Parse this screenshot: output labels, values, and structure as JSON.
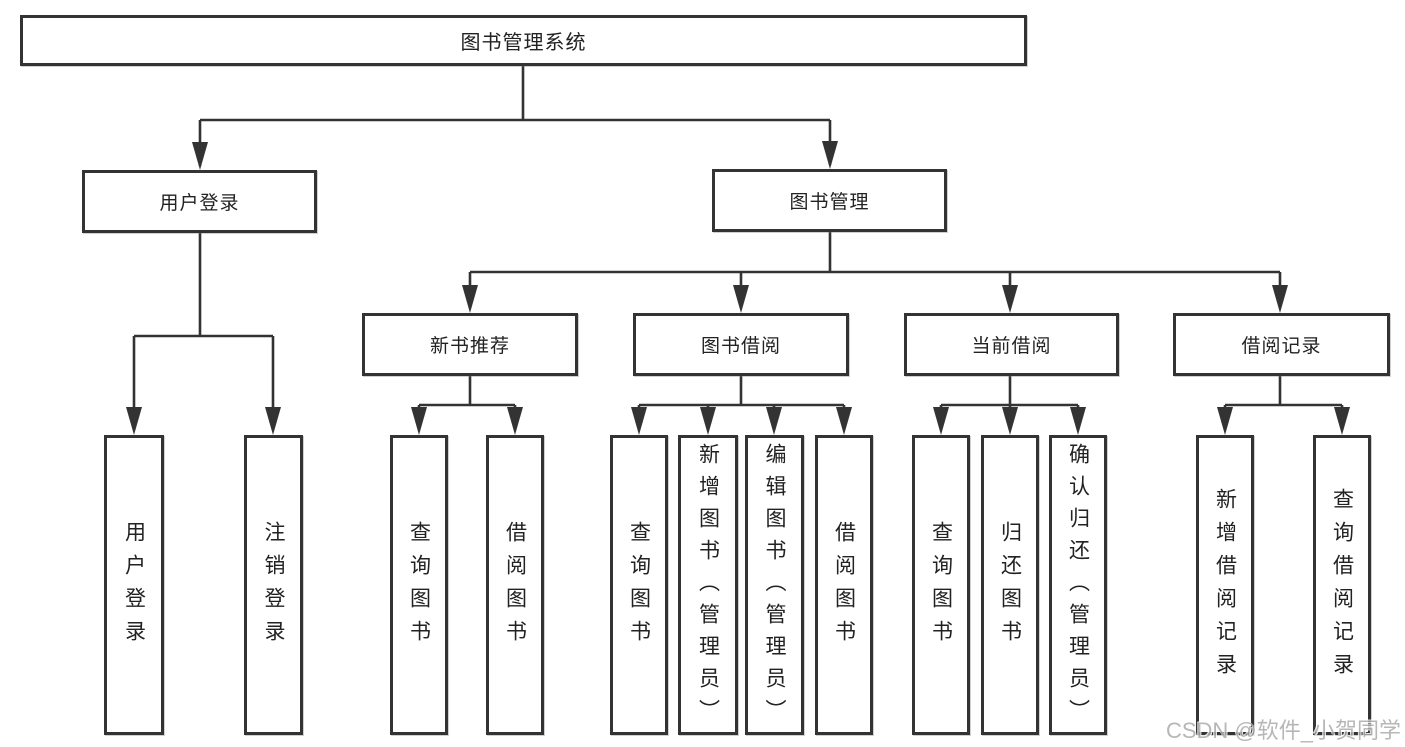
{
  "diagram": {
    "root": "图书管理系统",
    "level2": {
      "user_login": "用户登录",
      "book_mgmt": "图书管理"
    },
    "level3": {
      "new_book_rec": "新书推荐",
      "book_borrowing": "图书借阅",
      "current_borrowing": "当前借阅",
      "borrowing_records": "借阅记录"
    },
    "leaves": {
      "ul_user_login": "用户登录",
      "ul_logout": "注销登录",
      "nb_query_books": "查询图书",
      "nb_borrow_books": "借阅图书",
      "bb_query_books": "查询图书",
      "bb_add_books": "新增图书（管理员）",
      "bb_edit_books": "编辑图书（管理员）",
      "bb_borrow_books": "借阅图书",
      "cb_query_books": "查询图书",
      "cb_return_books": "归还图书",
      "cb_confirm_return": "确认归还（管理员）",
      "br_add_record": "新增借阅记录",
      "br_query_record": "查询借阅记录"
    },
    "edges": [
      [
        "图书管理系统",
        "用户登录"
      ],
      [
        "图书管理系统",
        "图书管理"
      ],
      [
        "用户登录",
        "用户登录"
      ],
      [
        "用户登录",
        "注销登录"
      ],
      [
        "图书管理",
        "新书推荐"
      ],
      [
        "图书管理",
        "图书借阅"
      ],
      [
        "图书管理",
        "当前借阅"
      ],
      [
        "图书管理",
        "借阅记录"
      ],
      [
        "新书推荐",
        "查询图书"
      ],
      [
        "新书推荐",
        "借阅图书"
      ],
      [
        "图书借阅",
        "查询图书"
      ],
      [
        "图书借阅",
        "新增图书（管理员）"
      ],
      [
        "图书借阅",
        "编辑图书（管理员）"
      ],
      [
        "图书借阅",
        "借阅图书"
      ],
      [
        "当前借阅",
        "查询图书"
      ],
      [
        "当前借阅",
        "归还图书"
      ],
      [
        "当前借阅",
        "确认归还（管理员）"
      ],
      [
        "借阅记录",
        "新增借阅记录"
      ],
      [
        "借阅记录",
        "查询借阅记录"
      ]
    ]
  },
  "watermark": {
    "text": "CSDN @软件_小贺同学"
  },
  "colors": {
    "line": "#333333",
    "box_border": "#333333",
    "box_fill": "#ffffff",
    "text": "#222222",
    "watermark": "#ababab",
    "background": "#ffffff"
  }
}
